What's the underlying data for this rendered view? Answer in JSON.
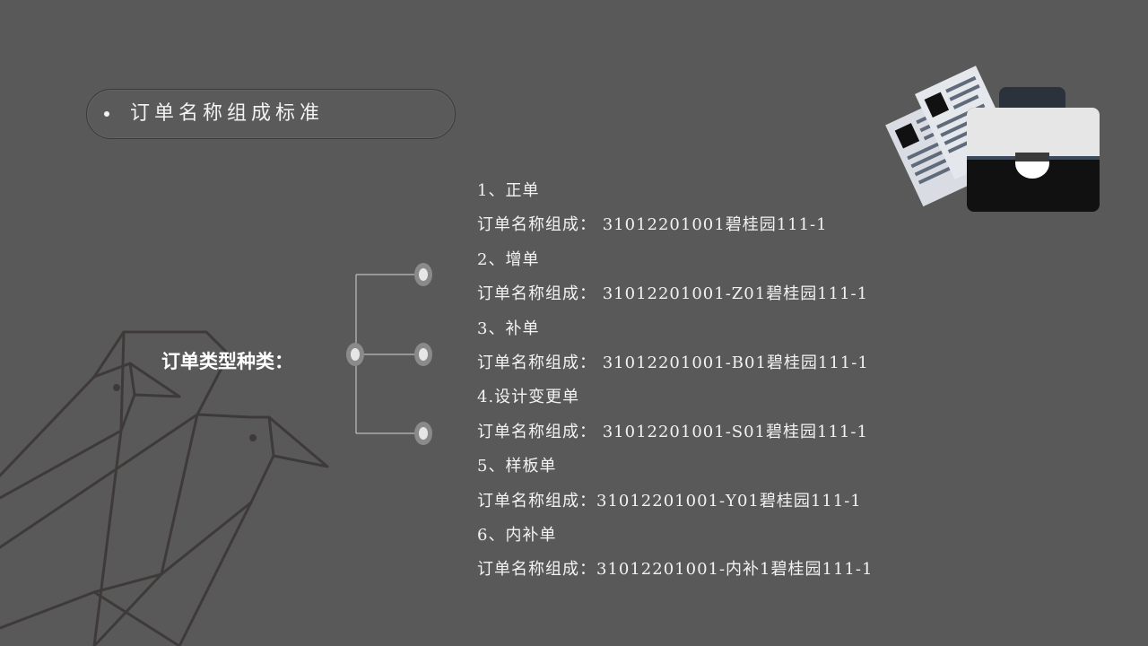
{
  "title": {
    "bullet": "•",
    "text": "订单名称组成标准"
  },
  "types_label": "订单类型种类：",
  "order_lines": [
    "1、正单",
    "订单名称组成： 31012201001碧桂园111-1",
    "2、增单",
    "订单名称组成： 31012201001-Z01碧桂园111-1",
    "3、补单",
    "订单名称组成： 31012201001-B01碧桂园111-1",
    "4.设计变更单",
    "订单名称组成： 31012201001-S01碧桂园111-1",
    "5、样板单",
    "订单名称组成：31012201001-Y01碧桂园111-1",
    "6、内补单",
    "订单名称组成：31012201001-内补1碧桂园111-1"
  ],
  "icons": {
    "decoration": "origami-birds-icon",
    "briefcase": "briefcase-documents-icon"
  },
  "colors": {
    "background": "#595959",
    "text": "#f2f2f2",
    "connector": "#bfbfbf",
    "bird_lines": "#3f3a3a"
  }
}
